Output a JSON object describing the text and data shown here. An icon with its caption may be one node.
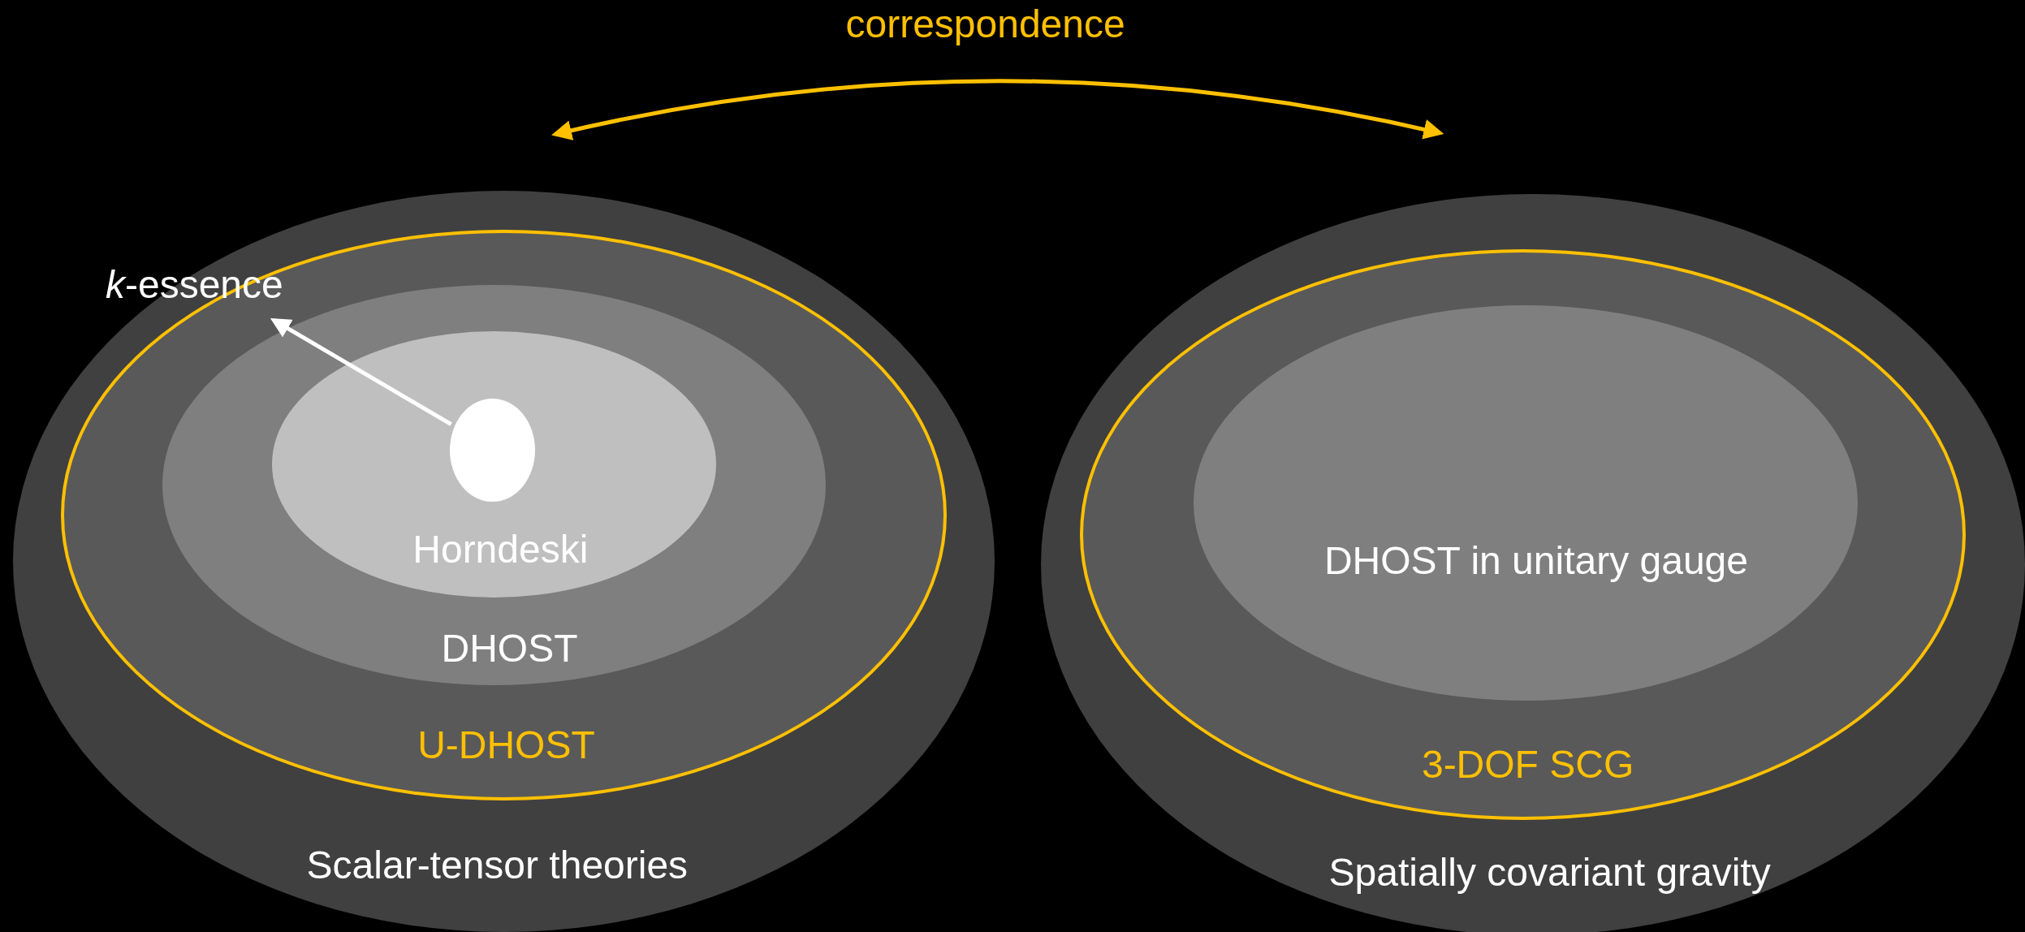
{
  "diagram": {
    "nodes": [
      {
        "text": [
          "Scalar-tensor theories"
        ]
      },
      {
        "text": [
          "U-DHOST"
        ],
        "in": 0
      },
      {
        "text": [
          "DHOST"
        ],
        "in": 1
      },
      {
        "text": [
          "Horndeski"
        ],
        "in": 2
      },
      {
        "text": [],
        "shape": "circle",
        "in": 3
      },
      {
        "text": [
          "*k*-essence"
        ],
        "in": 1
      },
      {
        "text": [
          "Spatially covariant gravity"
        ]
      },
      {
        "text": [
          "3-DOF SCG"
        ],
        "in": 6
      },
      {
        "text": [
          "DHOST in unitary gauge"
        ],
        "in": 7
      }
    ],
    "edges": [
      {
        "from": 4,
        "to": 5,
        "arrow": "to"
      },
      {
        "from": 0,
        "to": 6,
        "arrow": "both",
        "label": "correspondence",
        "color": "#ffc000"
      }
    ]
  }
}
